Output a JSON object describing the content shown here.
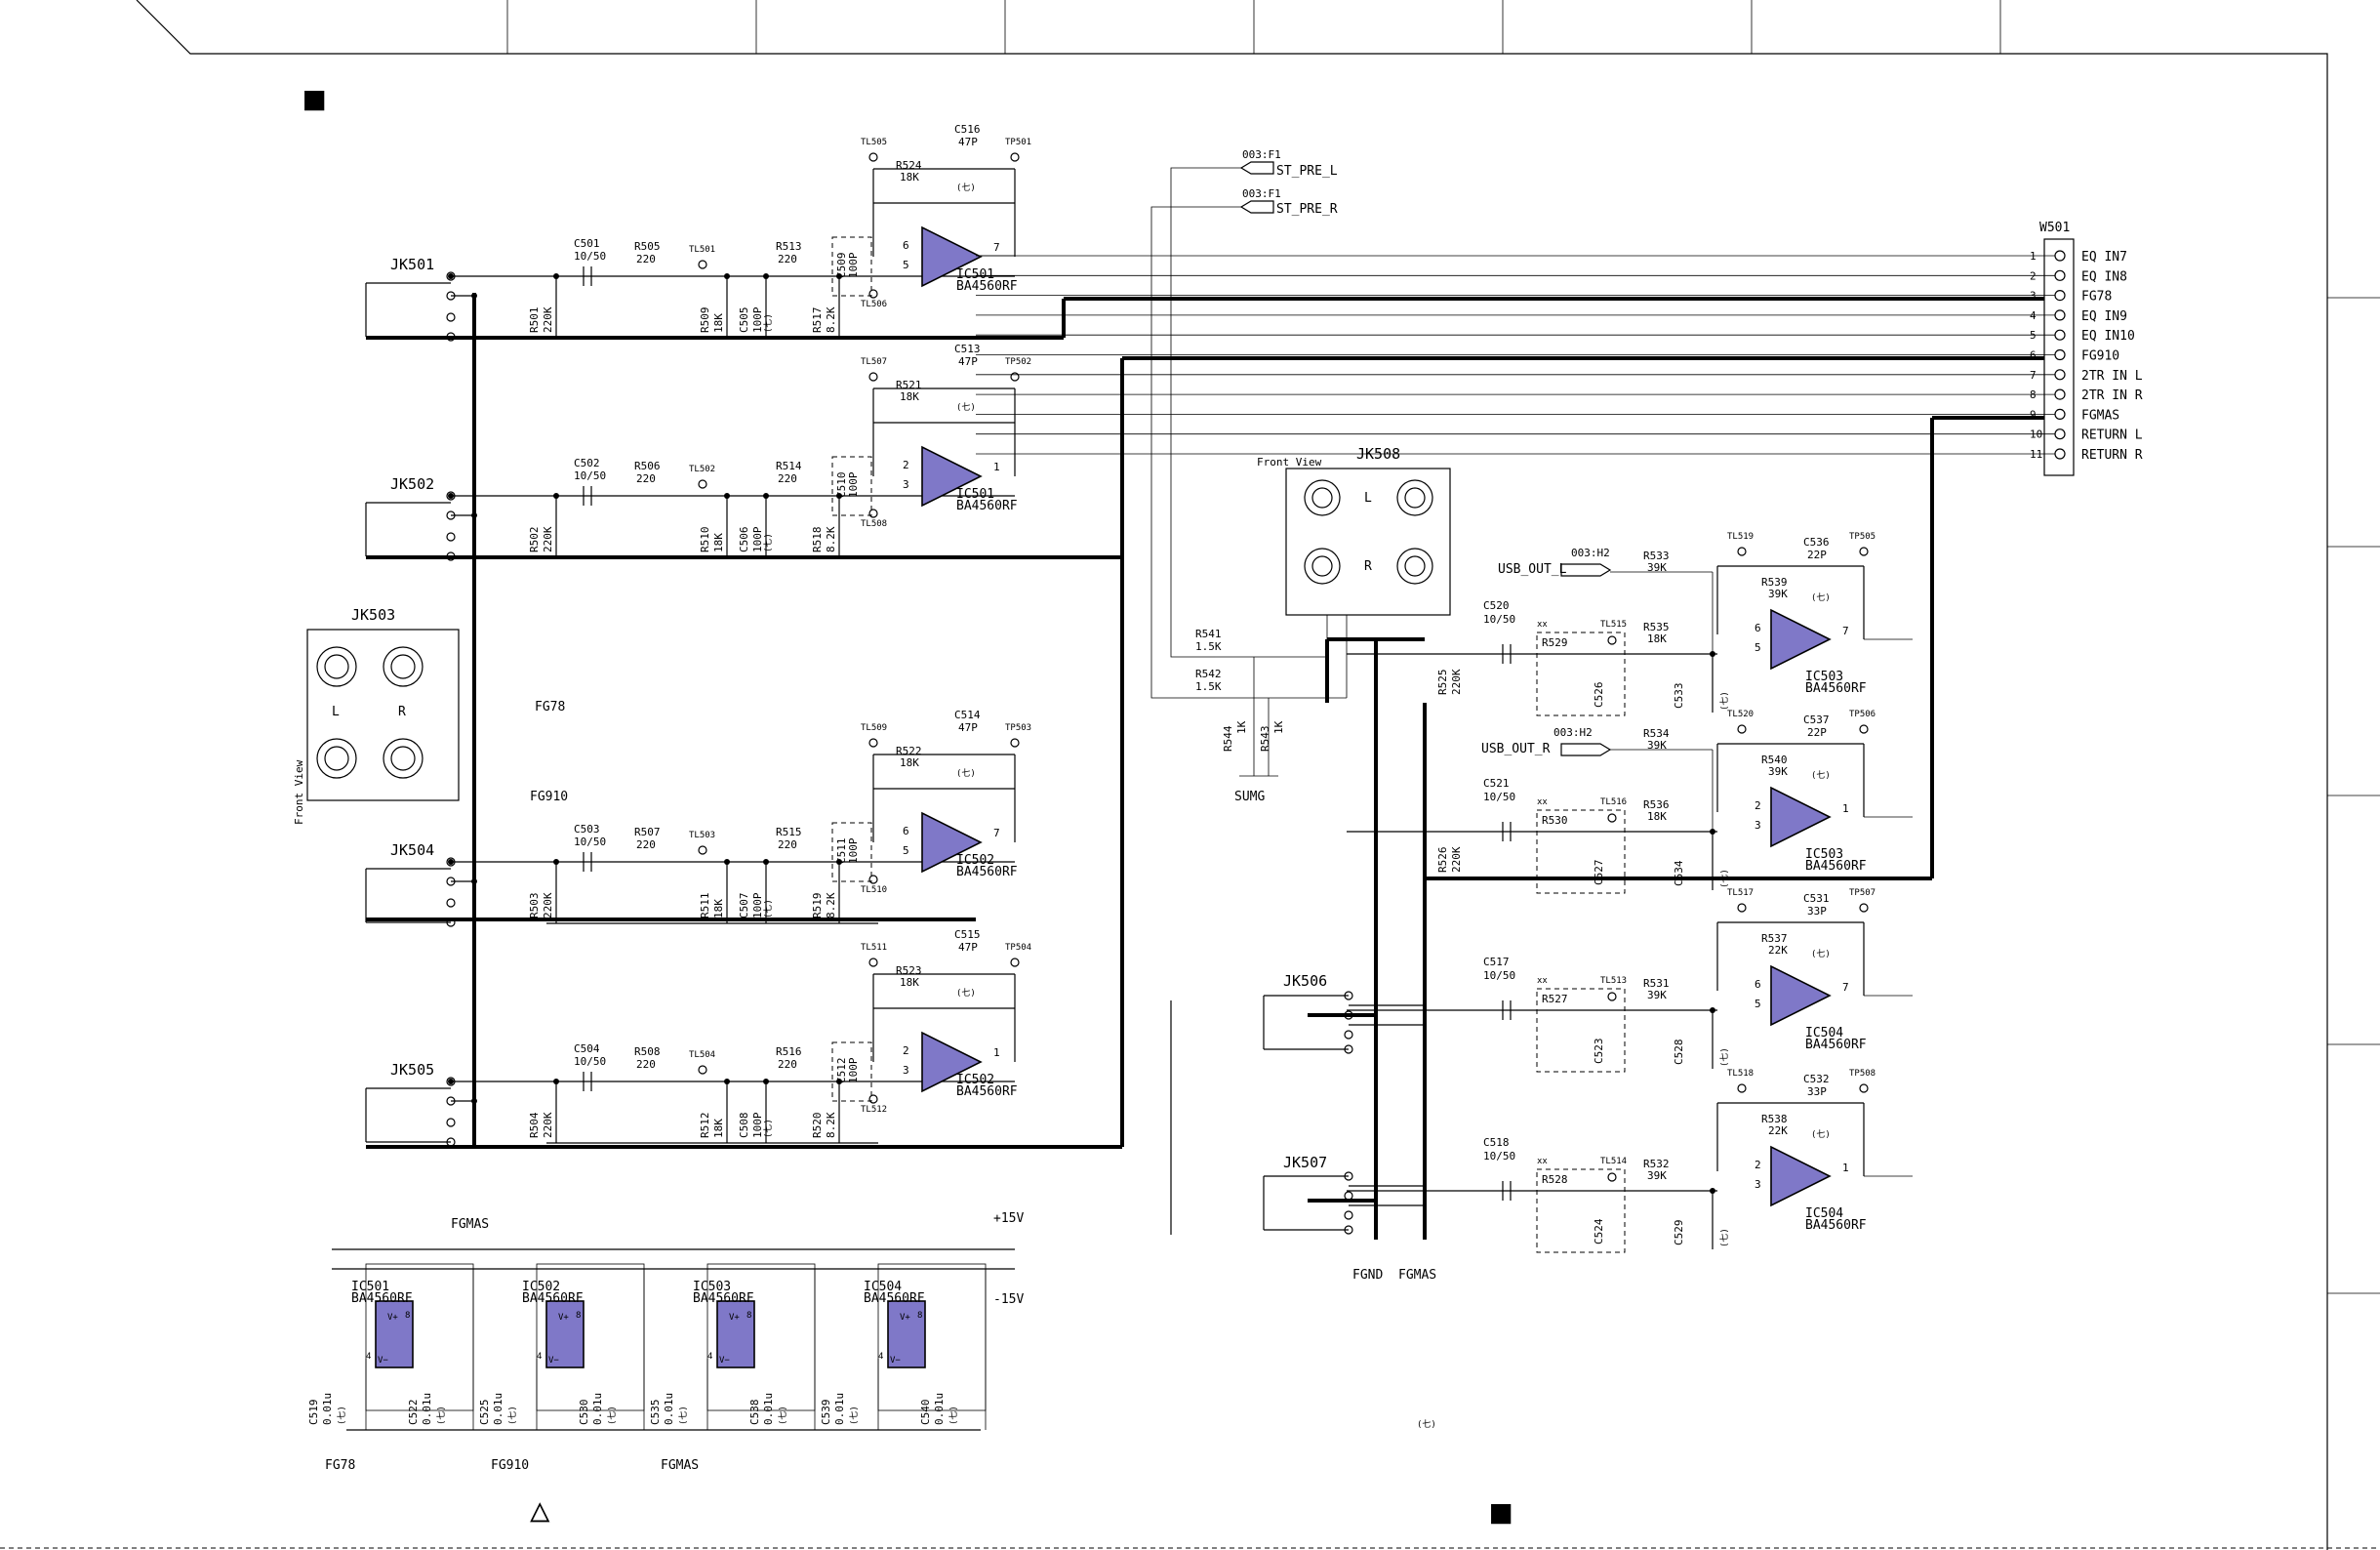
{
  "title_markers": {
    "corner_mark": "■",
    "bottom_mark": "■",
    "caution_mark": "△"
  },
  "front_view": {
    "jk503": "Front View",
    "jk508": "Front View"
  },
  "jacks": {
    "jk501": "JK501",
    "jk502": "JK502",
    "jk503": "JK503",
    "jk504": "JK504",
    "jk505": "JK505",
    "jk506": "JK506",
    "jk507": "JK507",
    "jk508": "JK508",
    "l": "L",
    "r": "R"
  },
  "grounds": {
    "fg78": "FG78",
    "fg910": "FG910",
    "fgmas": "FGMAS",
    "sumg": "SUMG",
    "fgnd": "FGND"
  },
  "power": {
    "pos": "+15V",
    "neg": "-15V"
  },
  "ics": {
    "ic501": "IC501",
    "ic502": "IC502",
    "ic503": "IC503",
    "ic504": "IC504",
    "part": "BA4560RF"
  },
  "supply_pins": {
    "vplus": "V+",
    "vminus": "V−",
    "p8": "8",
    "p4": "4"
  },
  "connector": {
    "name": "W501",
    "pins": [
      {
        "n": "1",
        "label": "EQ IN7"
      },
      {
        "n": "2",
        "label": "EQ IN8"
      },
      {
        "n": "3",
        "label": "FG78"
      },
      {
        "n": "4",
        "label": "EQ IN9"
      },
      {
        "n": "5",
        "label": "EQ IN10"
      },
      {
        "n": "6",
        "label": "FG910"
      },
      {
        "n": "7",
        "label": "2TR IN L"
      },
      {
        "n": "8",
        "label": "2TR IN R"
      },
      {
        "n": "9",
        "label": "FGMAS"
      },
      {
        "n": "10",
        "label": "RETURN L"
      },
      {
        "n": "11",
        "label": "RETURN R"
      }
    ]
  },
  "offpage": {
    "f1": "003:F1",
    "h2": "003:H2",
    "st_pre_l": "ST_PRE_L",
    "st_pre_r": "ST_PRE_R",
    "usb_out_l": "USB_OUT_L",
    "usb_out_r": "USB_OUT_R"
  },
  "input_chans": [
    {
      "c": "C501",
      "cv": "10/50",
      "ra": "R505",
      "rav": "220",
      "tla": "TL501",
      "rb": "R513",
      "rbv": "220",
      "ri": "R501",
      "riv": "220K",
      "rg": "R509",
      "rgv": "18K",
      "cs": "C505",
      "csv": "100P",
      "cu": "(七)",
      "rt": "R517",
      "rtv": "8.2K",
      "cf": "C509",
      "cfv": "100P",
      "fr": "R524",
      "frv": "18K",
      "fc": "C516",
      "fcv": "47P",
      "tlt": "TL505",
      "tp": "TP501",
      "tlb": "TL506",
      "ic": "IC501",
      "pa": "6",
      "pb": "5",
      "po": "7"
    },
    {
      "c": "C502",
      "cv": "10/50",
      "ra": "R506",
      "rav": "220",
      "tla": "TL502",
      "rb": "R514",
      "rbv": "220",
      "ri": "R502",
      "riv": "220K",
      "rg": "R510",
      "rgv": "18K",
      "cs": "C506",
      "csv": "100P",
      "cu": "(七)",
      "rt": "R518",
      "rtv": "8.2K",
      "cf": "C510",
      "cfv": "100P",
      "fr": "R521",
      "frv": "18K",
      "fc": "C513",
      "fcv": "47P",
      "tlt": "TL507",
      "tp": "TP502",
      "tlb": "TL508",
      "ic": "IC501",
      "pa": "2",
      "pb": "3",
      "po": "1"
    },
    {
      "c": "C503",
      "cv": "10/50",
      "ra": "R507",
      "rav": "220",
      "tla": "TL503",
      "rb": "R515",
      "rbv": "220",
      "ri": "R503",
      "riv": "220K",
      "rg": "R511",
      "rgv": "18K",
      "cs": "C507",
      "csv": "100P",
      "cu": "(七)",
      "rt": "R519",
      "rtv": "8.2K",
      "cf": "C511",
      "cfv": "100P",
      "fr": "R522",
      "frv": "18K",
      "fc": "C514",
      "fcv": "47P",
      "tlt": "TL509",
      "tp": "TP503",
      "tlb": "TL510",
      "ic": "IC502",
      "pa": "6",
      "pb": "5",
      "po": "7"
    },
    {
      "c": "C504",
      "cv": "10/50",
      "ra": "R508",
      "rav": "220",
      "tla": "TL504",
      "rb": "R516",
      "rbv": "220",
      "ri": "R504",
      "riv": "220K",
      "rg": "R512",
      "rgv": "18K",
      "cs": "C508",
      "csv": "100P",
      "cu": "(七)",
      "rt": "R520",
      "rtv": "8.2K",
      "cf": "C512",
      "cfv": "100P",
      "fr": "R523",
      "frv": "18K",
      "fc": "C515",
      "fcv": "47P",
      "tlt": "TL511",
      "tp": "TP504",
      "tlb": "TL512",
      "ic": "IC502",
      "pa": "2",
      "pb": "3",
      "po": "1"
    }
  ],
  "right_chans": [
    {
      "c": "C520",
      "cv": "10/50",
      "xr": "R529",
      "xx": "xx",
      "tl": "TL515",
      "cx": "C526",
      "rin": "R535",
      "rinv": "18K",
      "cg": "C533",
      "cu": "(七)",
      "rup": "R533",
      "rupv": "39K",
      "fb": "R539",
      "fbv": "39K",
      "fc": "C536",
      "fcv": "22P",
      "tlt": "TL519",
      "tp": "TP505",
      "ic": "IC503",
      "pa": "6",
      "pb": "5",
      "po": "7",
      "rs": "R525",
      "rsv": "220K"
    },
    {
      "c": "C521",
      "cv": "10/50",
      "xr": "R530",
      "xx": "xx",
      "tl": "TL516",
      "cx": "C527",
      "rin": "R536",
      "rinv": "18K",
      "cg": "C534",
      "cu": "(七)",
      "rup": "R534",
      "rupv": "39K",
      "fb": "R540",
      "fbv": "39K",
      "fc": "C537",
      "fcv": "22P",
      "tlt": "TL520",
      "tp": "TP506",
      "ic": "IC503",
      "pa": "2",
      "pb": "3",
      "po": "1",
      "rs": "R526",
      "rsv": "220K"
    },
    {
      "c": "C517",
      "cv": "10/50",
      "xr": "R527",
      "xx": "xx",
      "tl": "TL513",
      "cx": "C523",
      "rin": "R531",
      "rinv": "39K",
      "cg": "C528",
      "cu": "(七)",
      "fb": "R537",
      "fbv": "22K",
      "fc": "C531",
      "fcv": "33P",
      "tlt": "TL517",
      "tp": "TP507",
      "ic": "IC504",
      "pa": "6",
      "pb": "5",
      "po": "7"
    },
    {
      "c": "C518",
      "cv": "10/50",
      "xr": "R528",
      "xx": "xx",
      "tl": "TL514",
      "cx": "C524",
      "rin": "R532",
      "rinv": "39K",
      "cg": "C529",
      "cu": "(七)",
      "fb": "R538",
      "fbv": "22K",
      "fc": "C532",
      "fcv": "33P",
      "tlt": "TL518",
      "tp": "TP508",
      "ic": "IC504",
      "pa": "2",
      "pb": "3",
      "po": "1"
    }
  ],
  "sum_res": {
    "r541": "R541",
    "r541v": "1.5K",
    "r542": "R542",
    "r542v": "1.5K",
    "r543": "R543",
    "r543v": "1K",
    "r544": "R544",
    "r544v": "1K"
  },
  "decoupling": [
    {
      "a": "C519",
      "b": "C522",
      "ic": "IC501"
    },
    {
      "a": "C525",
      "b": "C530",
      "ic": "IC502"
    },
    {
      "a": "C535",
      "b": "C538",
      "ic": "IC503"
    },
    {
      "a": "C539",
      "b": "C540",
      "ic": "IC504"
    }
  ],
  "decoupling_value": "0.01u",
  "cap_note": "(七)",
  "bottom_note": "(七)"
}
